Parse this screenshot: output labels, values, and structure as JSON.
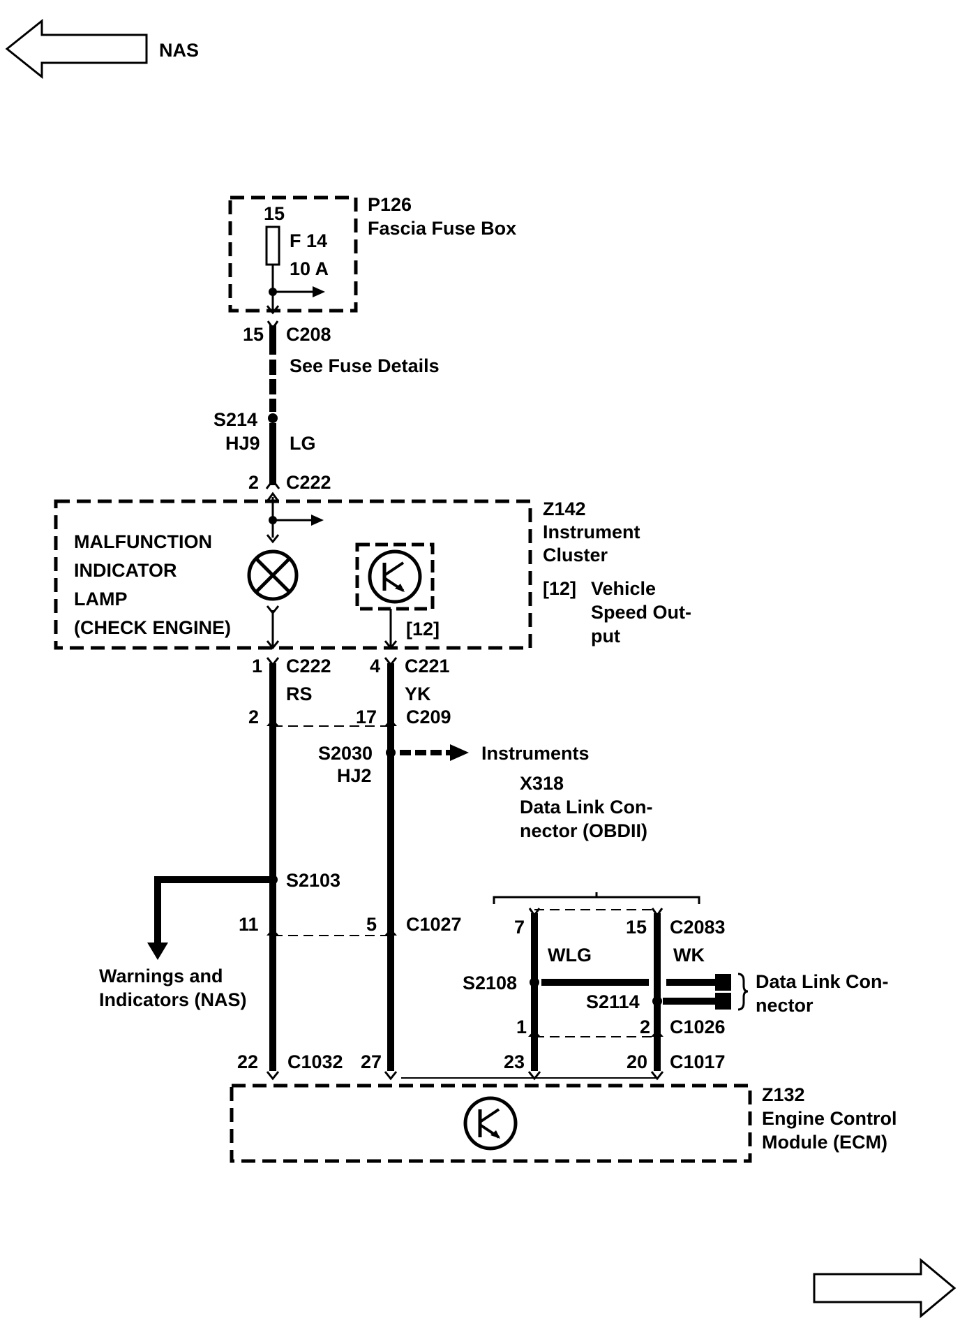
{
  "nav": {
    "prev_label": "NAS"
  },
  "fuse_box": {
    "id": "P126",
    "name": "Fascia Fuse Box",
    "pin": "15",
    "fuse": "F 14",
    "rating": "10 A"
  },
  "fuse_details": "See Fuse Details",
  "c208": {
    "pin": "15",
    "id": "C208"
  },
  "s214": {
    "id": "S214",
    "circuit": "HJ9",
    "color": "LG"
  },
  "c222_top": {
    "pin": "2",
    "id": "C222"
  },
  "cluster": {
    "id": "Z142",
    "name_line1": "Instrument",
    "name_line2": "Cluster",
    "lamp_line1": "MALFUNCTION",
    "lamp_line2": "INDICATOR",
    "lamp_line3": "LAMP",
    "lamp_line4": "(CHECK ENGINE)",
    "ref_tag": "[12]",
    "vso_line1": "Vehicle",
    "vso_line2": "Speed Out-",
    "vso_line3": "put"
  },
  "c222_bot": {
    "pin": "1",
    "id": "C222",
    "color": "RS"
  },
  "c221": {
    "pin": "4",
    "id": "C221",
    "color": "YK"
  },
  "c209": {
    "pin_left": "2",
    "pin_right": "17",
    "id": "C209"
  },
  "s2030": {
    "id": "S2030",
    "circuit": "HJ2",
    "dest": "Instruments"
  },
  "x318": {
    "id": "X318",
    "name_line1": "Data Link Con-",
    "name_line2": "nector (OBDII)"
  },
  "s2103": {
    "id": "S2103"
  },
  "warnings": {
    "line1": "Warnings and",
    "line2": "Indicators (NAS)"
  },
  "c1027": {
    "pin_left": "11",
    "pin_right": "5",
    "id": "C1027"
  },
  "c2083": {
    "pin_left": "7",
    "pin_right": "15",
    "id": "C2083",
    "color_left": "WLG",
    "color_right": "WK"
  },
  "s2108": {
    "id": "S2108"
  },
  "s2114": {
    "id": "S2114"
  },
  "dlc_dest": {
    "line1": "Data Link Con-",
    "line2": "nector"
  },
  "c1026": {
    "pin_left": "1",
    "pin_right": "2",
    "id": "C1026"
  },
  "c1032": {
    "pin": "22",
    "id": "C1032",
    "pin2": "27"
  },
  "c1017": {
    "pin_left": "23",
    "pin_right": "20",
    "id": "C1017"
  },
  "ecm": {
    "id": "Z132",
    "name_line1": "Engine Control",
    "name_line2": "Module (ECM)"
  }
}
